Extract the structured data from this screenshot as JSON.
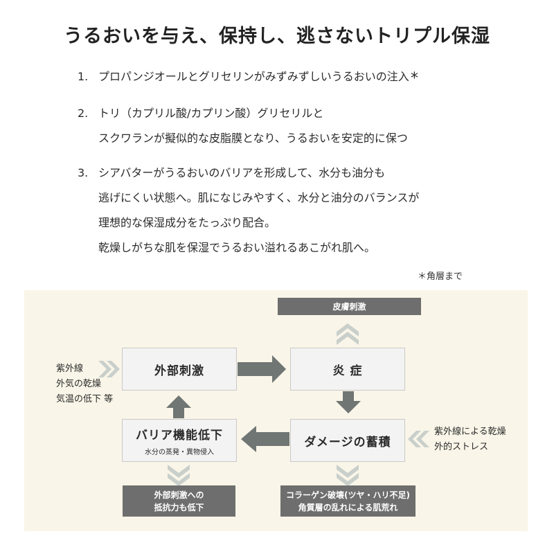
{
  "title": "うるおいを与え、保持し、逃さないトリプル保湿",
  "points": [
    {
      "num": "1.",
      "lines": [
        "プロパンジオールとグリセリンがみずみずしいうるおいの注入"
      ],
      "mark": "*"
    },
    {
      "num": "2.",
      "lines": [
        "トリ（カプリル酸/カプリン酸）グリセリルと",
        "スクワランが擬似的な皮脂膜となり、うるおいを安定的に保つ"
      ]
    },
    {
      "num": "3.",
      "lines": [
        "シアバターがうるおいのバリアを形成して、水分も油分も",
        "逃げにくい状態へ。肌になじみやすく、水分と油分のバランスが",
        "理想的な保湿成分をたっぷり配合。",
        "乾燥しがちな肌を保湿でうるおい溢れるあこがれ肌へ。"
      ]
    }
  ],
  "footnote": "＊角層まで",
  "diagram": {
    "top_label": "皮膚刺激",
    "left_factors": [
      "紫外線",
      "外気の乾燥",
      "気温の低下 等"
    ],
    "right_factors": [
      "紫外線による乾燥",
      "外的ストレス"
    ],
    "external_stimulus": "外部刺激",
    "inflammation": "炎 症",
    "barrier_main": "バリア機能低下",
    "barrier_sub": "水分の蒸発・異物侵入",
    "damage": "ダメージの蓄積",
    "bottom_left": [
      "外部刺激への",
      "抵抗力も低下"
    ],
    "bottom_right": [
      "コラーゲン破壊(ツヤ・ハリ不足)",
      "角質層の乱れによる肌荒れ"
    ]
  },
  "colors": {
    "arrow": "#6f7673",
    "chevron": "#c9cfcb",
    "panel": "#f9f5e8",
    "dark_box": "#6e6e6e"
  }
}
